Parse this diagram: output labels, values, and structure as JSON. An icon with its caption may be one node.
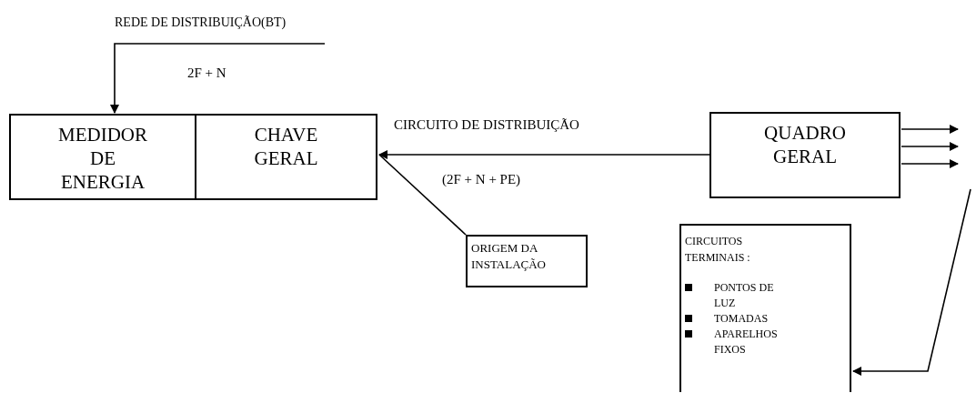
{
  "diagram": {
    "nodes": [
      {
        "text": [
          "REDE DE DISTRIBUIÇÃO(BT)"
        ]
      },
      {
        "text": [
          "MEDIDOR DE ENERGIA"
        ]
      },
      {
        "text": [
          "CHAVE GERAL"
        ]
      },
      {
        "text": [
          "QUADRO GERAL"
        ]
      },
      {
        "text": [
          "ORIGEM DA INSTALAÇÃO"
        ]
      },
      {
        "text": [
          "CIRCUITOS TERMINAIS :",
          "PONTOS DE LUZ",
          "TOMADAS",
          "APARELHOS FIXOS"
        ]
      }
    ],
    "edges": [
      {
        "from": 0,
        "to": 1,
        "arrow": "to",
        "label": "2F + N"
      },
      {
        "from": 3,
        "to": 2,
        "arrow": "to",
        "label": "CIRCUITO DE DISTRIBUIÇÃO"
      },
      {
        "from": 4,
        "to": 2,
        "arrow": "none"
      },
      {
        "from": 3,
        "to": null,
        "arrow": "to"
      },
      {
        "from": 3,
        "to": null,
        "arrow": "to"
      },
      {
        "from": 3,
        "to": null,
        "arrow": "to"
      },
      {
        "from": null,
        "to": 5,
        "arrow": "to"
      }
    ],
    "labels": [
      "(2F + N + PE)"
    ]
  }
}
